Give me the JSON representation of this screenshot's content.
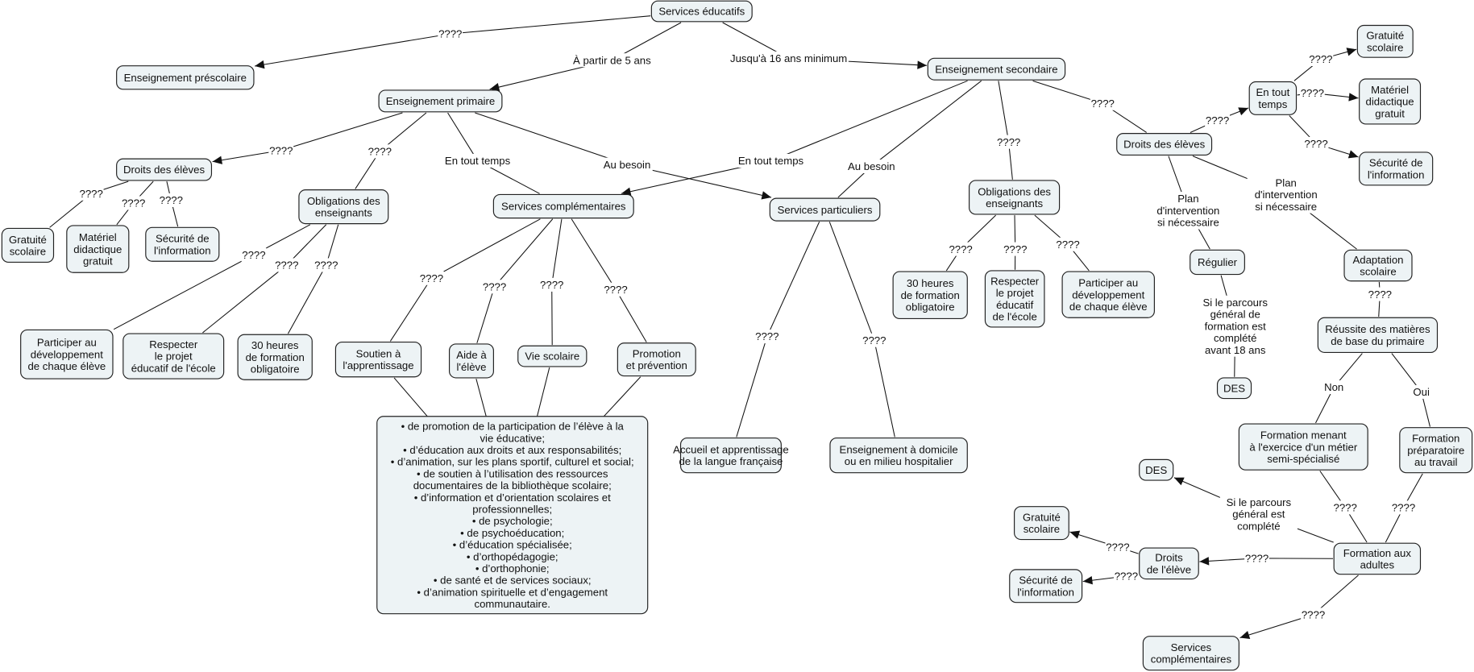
{
  "nodes": [
    {
      "id": "n0",
      "text": "Services éducatifs"
    },
    {
      "id": "n1",
      "text": "Enseignement préscolaire"
    },
    {
      "id": "n2",
      "text": "Enseignement primaire"
    },
    {
      "id": "n3",
      "text": "Enseignement secondaire"
    },
    {
      "id": "n4",
      "text": "Droits des élèves"
    },
    {
      "id": "n5",
      "text": "Obligations des\nenseignants"
    },
    {
      "id": "n6",
      "text": "Services complémentaires"
    },
    {
      "id": "n7",
      "text": "Services particuliers"
    },
    {
      "id": "n8",
      "text": "Gratuité\nscolaire"
    },
    {
      "id": "n9",
      "text": "Matériel\ndidactique\ngratuit"
    },
    {
      "id": "n10",
      "text": "Sécurité de\nl'information"
    },
    {
      "id": "n11",
      "text": "Participer au\ndéveloppement\nde chaque élève"
    },
    {
      "id": "n12",
      "text": "Respecter\nle projet\néducatif de l'école"
    },
    {
      "id": "n13",
      "text": "30 heures\nde formation\nobligatoire"
    },
    {
      "id": "n14",
      "text": "Soutien à\nl'apprentissage"
    },
    {
      "id": "n15",
      "text": "Aide à\nl'élève"
    },
    {
      "id": "n16",
      "text": "Vie scolaire"
    },
    {
      "id": "n17",
      "text": "Promotion\net prévention"
    },
    {
      "id": "n18",
      "text": "• de promotion de la participation de l’élève à la\nvie éducative;\n• d’éducation aux droits et aux responsabilités;\n• d’animation, sur les plans sportif, culturel et social;\n• de soutien à l’utilisation des ressources\ndocumentaires de la bibliothèque scolaire;\n• d’information et d’orientation scolaires et\nprofessionnelles;\n• de psychologie;\n• de psychoéducation;\n• d’éducation spécialisée;\n• d’orthopédagogie;\n• d’orthophonie;\n• de santé et de services sociaux;\n• d’animation spirituelle et d’engagement\ncommunautaire."
    },
    {
      "id": "n19",
      "text": "Accueil et apprentissage\nde la langue française"
    },
    {
      "id": "n20",
      "text": "Enseignement à domicile\nou en milieu hospitalier"
    },
    {
      "id": "n21",
      "text": "Obligations des\nenseignants"
    },
    {
      "id": "n22",
      "text": "30 heures\nde formation\nobligatoire"
    },
    {
      "id": "n23",
      "text": "Respecter\nle projet\néducatif\nde l'école"
    },
    {
      "id": "n24",
      "text": "Participer au\ndéveloppement\nde chaque élève"
    },
    {
      "id": "n25",
      "text": "Droits des élèves"
    },
    {
      "id": "n26",
      "text": "En tout\ntemps"
    },
    {
      "id": "n27",
      "text": "Gratuité\nscolaire"
    },
    {
      "id": "n28",
      "text": "Matériel\ndidactique\ngratuit"
    },
    {
      "id": "n29",
      "text": "Sécurité de\nl'information"
    },
    {
      "id": "n30",
      "text": "Régulier"
    },
    {
      "id": "n31",
      "text": "DES"
    },
    {
      "id": "n32",
      "text": "Adaptation\nscolaire"
    },
    {
      "id": "n33",
      "text": "Réussite des matières\nde base du primaire"
    },
    {
      "id": "n34",
      "text": "Formation menant\nà l'exercice d'un métier\nsemi-spécialisé"
    },
    {
      "id": "n35",
      "text": "Formation\npréparatoire\nau travail"
    },
    {
      "id": "n36",
      "text": "DES"
    },
    {
      "id": "n37",
      "text": "Formation aux\nadultes"
    },
    {
      "id": "n38",
      "text": "Droits\nde l'élève"
    },
    {
      "id": "n39",
      "text": "Gratuité\nscolaire"
    },
    {
      "id": "n40",
      "text": "Sécurité de\nl'information"
    },
    {
      "id": "n41",
      "text": "Services\ncomplémentaires"
    }
  ],
  "edges": [
    {
      "from": "n0",
      "to": "n1",
      "label": "????",
      "arrow": true
    },
    {
      "from": "n0",
      "to": "n2",
      "label": "À partir de 5 ans",
      "arrow": true
    },
    {
      "from": "n0",
      "to": "n3",
      "label": "Jusqu'à 16 ans minimum",
      "arrow": true
    },
    {
      "from": "n2",
      "to": "n4",
      "label": "????",
      "arrow": true
    },
    {
      "from": "n2",
      "to": "n5",
      "label": "????",
      "arrow": false
    },
    {
      "from": "n2",
      "to": "n6",
      "label": "En tout temps",
      "arrow": false
    },
    {
      "from": "n2",
      "to": "n7",
      "label": "Au besoin",
      "arrow": true
    },
    {
      "from": "n3",
      "to": "n6",
      "label": "En tout temps",
      "arrow": true
    },
    {
      "from": "n3",
      "to": "n7",
      "label": "Au besoin",
      "arrow": false
    },
    {
      "from": "n3",
      "to": "n21",
      "label": "????",
      "arrow": false
    },
    {
      "from": "n3",
      "to": "n25",
      "label": "????",
      "arrow": false
    },
    {
      "from": "n4",
      "to": "n8",
      "label": "????",
      "arrow": false
    },
    {
      "from": "n4",
      "to": "n9",
      "label": "????",
      "arrow": false
    },
    {
      "from": "n4",
      "to": "n10",
      "label": "????",
      "arrow": false
    },
    {
      "from": "n5",
      "to": "n11",
      "label": "????",
      "arrow": false
    },
    {
      "from": "n5",
      "to": "n12",
      "label": "????",
      "arrow": false
    },
    {
      "from": "n5",
      "to": "n13",
      "label": "????",
      "arrow": false
    },
    {
      "from": "n6",
      "to": "n14",
      "label": "????",
      "arrow": false
    },
    {
      "from": "n6",
      "to": "n15",
      "label": "????",
      "arrow": false
    },
    {
      "from": "n6",
      "to": "n16",
      "label": "????",
      "arrow": false
    },
    {
      "from": "n6",
      "to": "n17",
      "label": "????",
      "arrow": false
    },
    {
      "from": "n14",
      "to": "n18",
      "label": "",
      "arrow": false
    },
    {
      "from": "n15",
      "to": "n18",
      "label": "",
      "arrow": false
    },
    {
      "from": "n16",
      "to": "n18",
      "label": "",
      "arrow": false
    },
    {
      "from": "n17",
      "to": "n18",
      "label": "",
      "arrow": false
    },
    {
      "from": "n7",
      "to": "n19",
      "label": "????",
      "arrow": false
    },
    {
      "from": "n7",
      "to": "n20",
      "label": "????",
      "arrow": false
    },
    {
      "from": "n21",
      "to": "n22",
      "label": "????",
      "arrow": false
    },
    {
      "from": "n21",
      "to": "n23",
      "label": "????",
      "arrow": false
    },
    {
      "from": "n21",
      "to": "n24",
      "label": "????",
      "arrow": false
    },
    {
      "from": "n25",
      "to": "n26",
      "label": "????",
      "arrow": true
    },
    {
      "from": "n26",
      "to": "n27",
      "label": "????",
      "arrow": true
    },
    {
      "from": "n26",
      "to": "n28",
      "label": "????",
      "arrow": true
    },
    {
      "from": "n26",
      "to": "n29",
      "label": "????",
      "arrow": true
    },
    {
      "from": "n25",
      "to": "n30",
      "label": "Plan\nd'intervention\nsi nécessaire",
      "arrow": false
    },
    {
      "from": "n25",
      "to": "n32",
      "label": "Plan\nd'intervention\nsi nécessaire",
      "arrow": false
    },
    {
      "from": "n30",
      "to": "n31",
      "label": "Si le parcours\ngénéral de\nformation est\ncomplété\navant 18 ans",
      "arrow": false
    },
    {
      "from": "n32",
      "to": "n33",
      "label": "????",
      "arrow": false
    },
    {
      "from": "n33",
      "to": "n34",
      "label": "Non",
      "arrow": false
    },
    {
      "from": "n33",
      "to": "n35",
      "label": "Oui",
      "arrow": false
    },
    {
      "from": "n34",
      "to": "n37",
      "label": "????",
      "arrow": false
    },
    {
      "from": "n35",
      "to": "n37",
      "label": "????",
      "arrow": false
    },
    {
      "from": "n37",
      "to": "n36",
      "label": "Si le parcours\ngénéral est\ncomplété",
      "arrow": true
    },
    {
      "from": "n37",
      "to": "n38",
      "label": "????",
      "arrow": true
    },
    {
      "from": "n38",
      "to": "n39",
      "label": "????",
      "arrow": true
    },
    {
      "from": "n38",
      "to": "n40",
      "label": "????",
      "arrow": true
    },
    {
      "from": "n37",
      "to": "n41",
      "label": "????",
      "arrow": true
    }
  ],
  "colors": {
    "node_fill": "#edf3f5",
    "node_border": "#222222",
    "line": "#111111"
  }
}
